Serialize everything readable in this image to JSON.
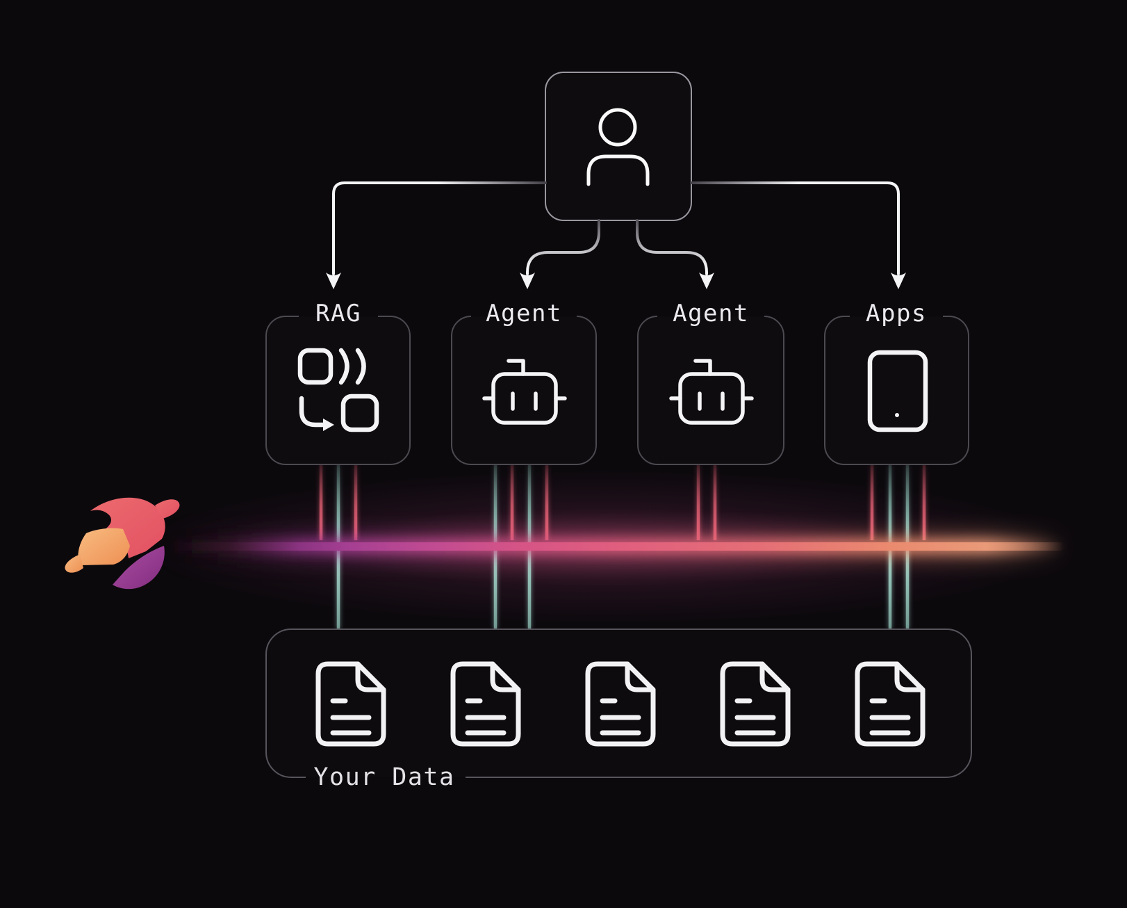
{
  "diagram": {
    "user_node": {
      "icon": "user-icon"
    },
    "category_nodes": [
      {
        "label": "RAG",
        "icon": "rag-retrieval-icon"
      },
      {
        "label": "Agent",
        "icon": "robot-icon"
      },
      {
        "label": "Agent",
        "icon": "robot-icon"
      },
      {
        "label": "Apps",
        "icon": "tablet-icon"
      }
    ],
    "data_node": {
      "label": "Your Data",
      "icon": "document-icon",
      "document_count": 5
    }
  },
  "logo": {
    "name": "planet-ring-logo"
  },
  "colors": {
    "background": "#0c090d",
    "foreground": "#f2f1f4",
    "node_border": "#4c4950",
    "user_node_border": "#9a97a0",
    "data_node_border": "#57545c",
    "teal_connector": "#8fc2b8",
    "pink_connector": "#e25f73",
    "band_purple": "#a53f92",
    "band_pink": "#e05f7e",
    "band_salmon": "#ea8a6f",
    "logo_orange": "#f4a768",
    "logo_red": "#e85c65",
    "logo_purple": "#9c3c96"
  }
}
